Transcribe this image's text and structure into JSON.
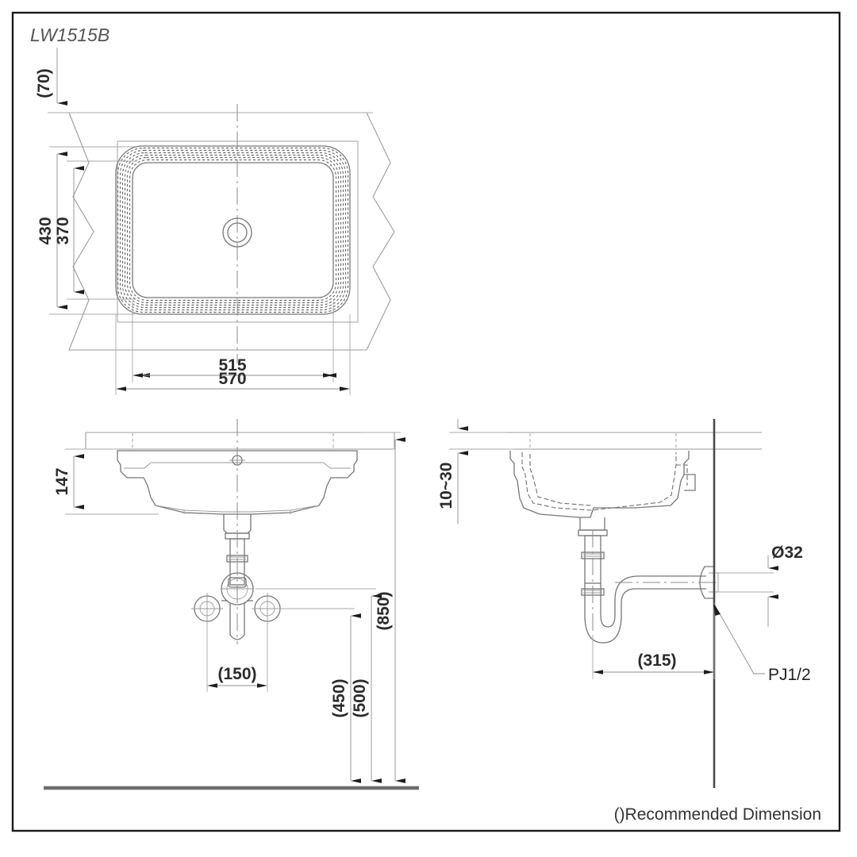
{
  "drawing": {
    "title": "LW1515B",
    "footer_note": "()Recommended Dimension"
  },
  "views": {
    "top": {
      "name": "top-view",
      "dimensions": {
        "rim_offset_top": "(70)",
        "height_outer": "430",
        "height_inner": "370",
        "width_inner": "515",
        "width_outer": "570"
      }
    },
    "front": {
      "name": "front-elevation-view",
      "dimensions": {
        "basin_depth": "147",
        "valve_spacing": "(150)",
        "valve_height": "(450)",
        "trap_height": "(500)",
        "rim_height": "(850)"
      }
    },
    "side": {
      "name": "side-section-view",
      "dimensions": {
        "counter_thickness": "10~30",
        "wall_offset": "(315)",
        "drain_diameter": "Ø32",
        "supply_thread": "PJ1/2"
      }
    }
  },
  "colors": {
    "frame": "#1b1b1b",
    "line": "#777777",
    "dim": "#8e8e8e",
    "floor": "#6d6d6d",
    "wall": "#4a4a4a",
    "title": "#555555"
  }
}
